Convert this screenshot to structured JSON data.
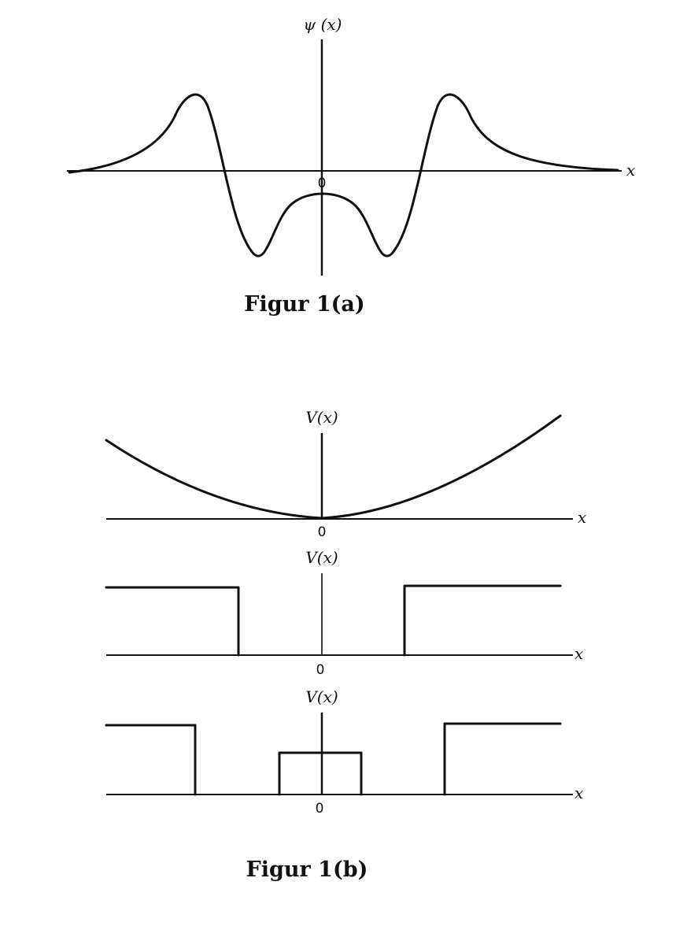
{
  "figure_a": {
    "caption": "Figur 1(a)",
    "y_label": "ψ (x)",
    "x_label": "x",
    "origin": "0"
  },
  "figure_b": {
    "caption": "Figur 1(b)",
    "panels": [
      {
        "y_label": "V(x)",
        "x_label": "x",
        "origin": "0",
        "shape": "parabola"
      },
      {
        "y_label": "V(x)",
        "x_label": "x",
        "origin": "0",
        "shape": "square-well"
      },
      {
        "y_label": "V(x)",
        "x_label": "x",
        "origin": "0",
        "shape": "double-well-with-central-barrier"
      }
    ]
  }
}
